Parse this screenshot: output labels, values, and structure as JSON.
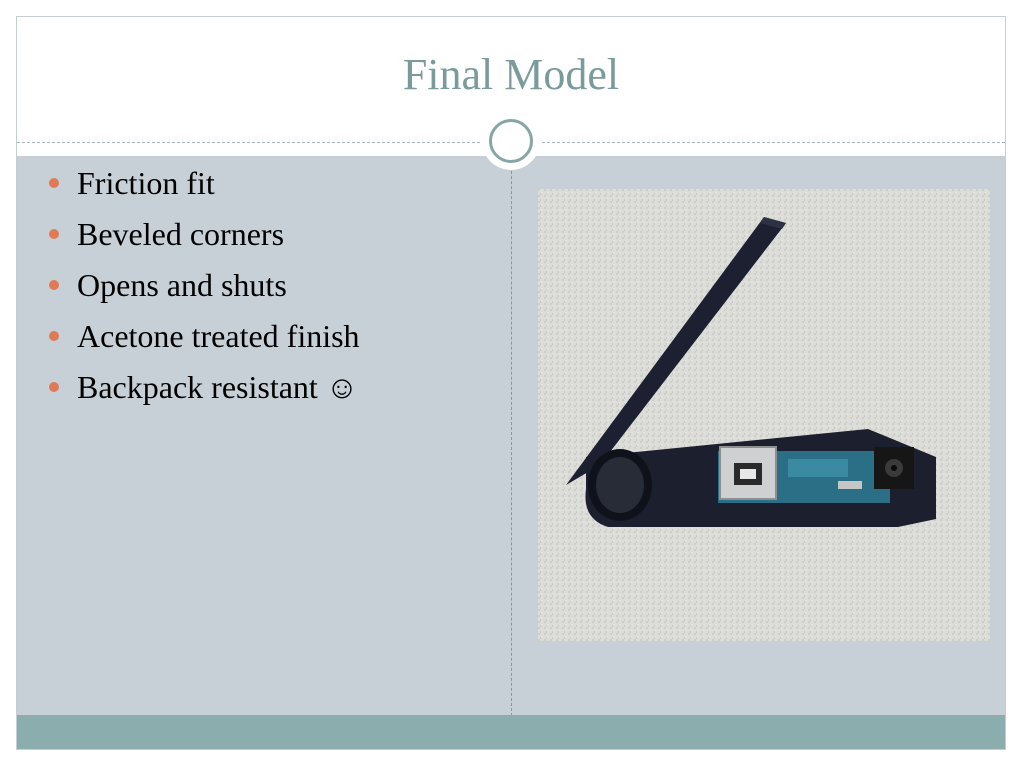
{
  "slide": {
    "title": "Final Model",
    "bullets": [
      "Friction fit",
      "Beveled corners",
      "Opens and shuts",
      "Acetone treated finish",
      "Backpack resistant ☺"
    ]
  },
  "theme": {
    "title_color": "#7a9b9c",
    "content_bg": "#c6d0d6",
    "bullet_color": "#e07a56",
    "footer_color": "#8cadad"
  },
  "image": {
    "subject": "3d-printed-case-photo"
  }
}
